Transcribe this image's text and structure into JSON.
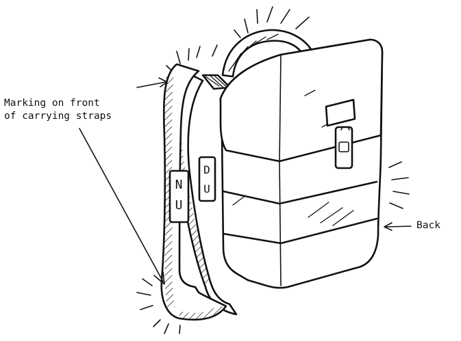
{
  "labels": {
    "front_line1": "Marking on front",
    "front_line2": "of carrying straps",
    "back": "Back"
  },
  "colors": {
    "ink": "#111111",
    "paper": "#ffffff"
  }
}
